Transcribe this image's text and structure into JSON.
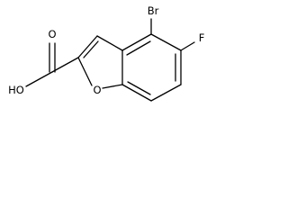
{
  "molecule": {
    "atom_labels": {
      "bromine": "Br",
      "fluorine": "F",
      "hydroxyl": "HO",
      "ring_oxygen": "O",
      "carbonyl_oxygen": "O"
    },
    "colors": {
      "bond": "#000000",
      "label": "#000000",
      "background": "#ffffff"
    }
  }
}
